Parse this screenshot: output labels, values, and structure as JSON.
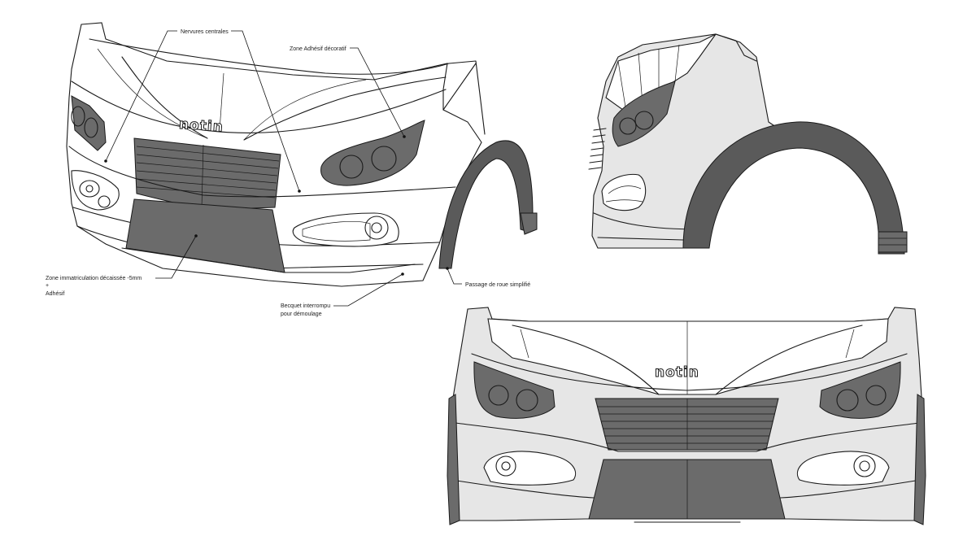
{
  "annotations": {
    "central_ribs": "Nervures centrales",
    "decorative_sticker_zone": "Zone Adhésif décoratif",
    "plate_zone_line1": "Zone immatriculation décaissée -5mm",
    "plate_zone_line2": "+",
    "plate_zone_line3": "Adhésif",
    "spoiler_line1": "Becquet interrompu",
    "spoiler_line2": "pour démoulage",
    "wheel_arch": "Passage de roue simplifié"
  },
  "brand": {
    "logo_text": "notin"
  },
  "colors": {
    "panel_dark": "#6b6b6b",
    "body_light": "#e6e6e6",
    "outline": "#1a1a1a"
  }
}
